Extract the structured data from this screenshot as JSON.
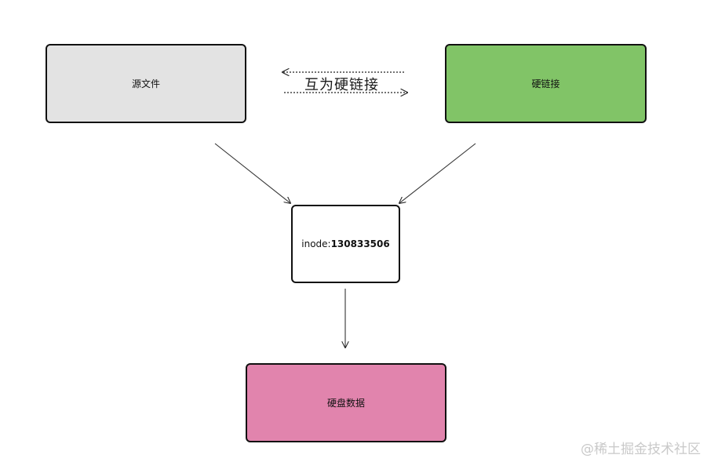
{
  "nodes": {
    "source": {
      "label": "源文件"
    },
    "hardlink": {
      "label": "硬链接"
    },
    "inode": {
      "prefix": "inode:",
      "number": "130833506"
    },
    "disk": {
      "label": "硬盘数据"
    }
  },
  "edges": {
    "mutual_label": "互为硬链接"
  },
  "watermark": "@稀土掘金技术社区",
  "colors": {
    "source": "#e3e3e3",
    "hardlink": "#81c467",
    "inode": "#ffffff",
    "disk": "#e184ad"
  }
}
